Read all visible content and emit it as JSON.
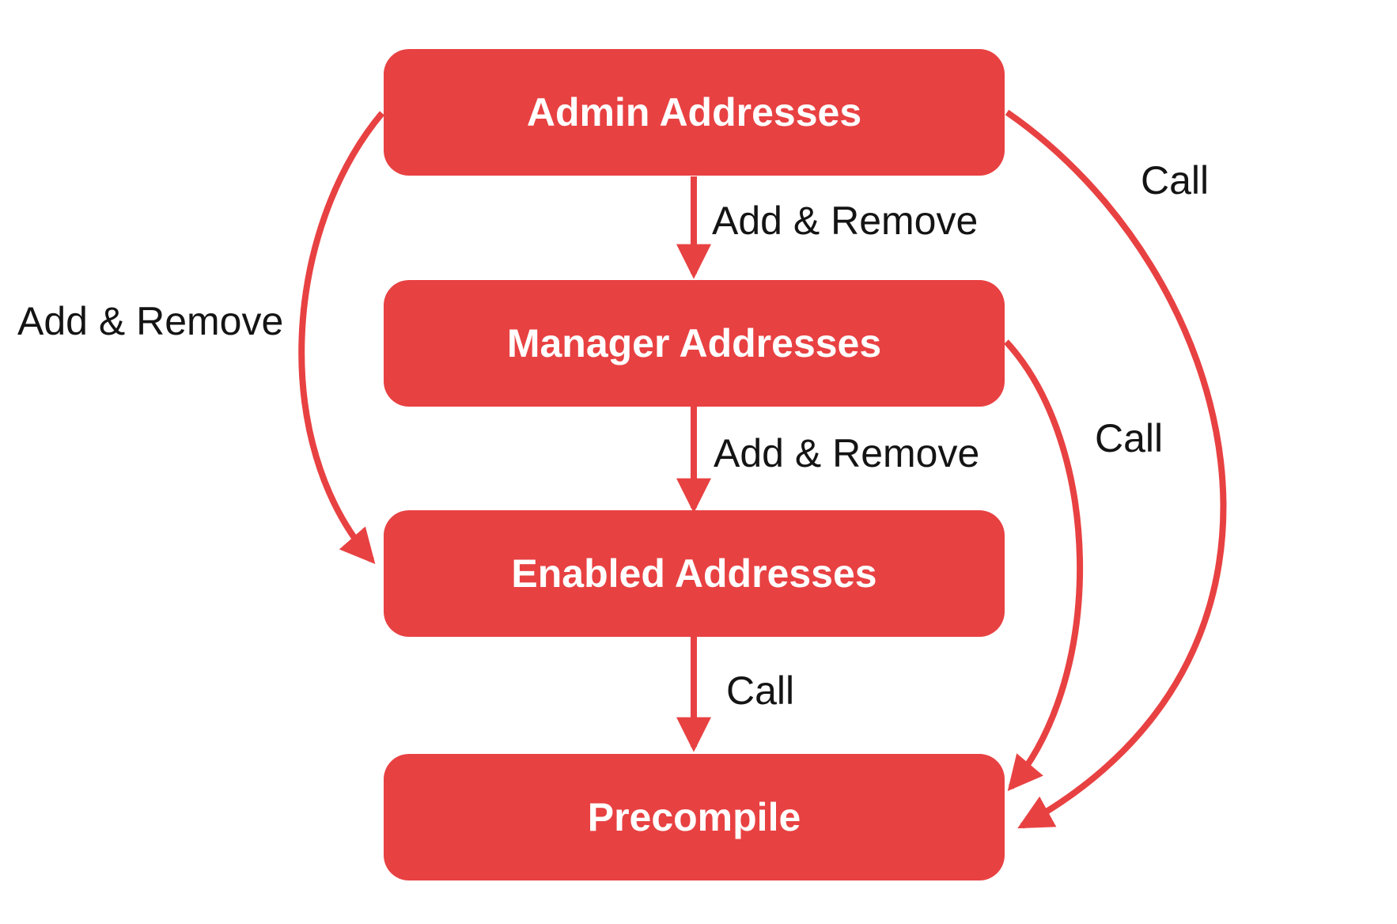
{
  "diagram": {
    "accent_color": "#E84142",
    "text_color": "#141414",
    "node_text_color": "#ffffff",
    "background_color": "#ffffff",
    "nodes": [
      {
        "id": "admin",
        "label": "Admin Addresses"
      },
      {
        "id": "manager",
        "label": "Manager Addresses"
      },
      {
        "id": "enabled",
        "label": "Enabled Addresses"
      },
      {
        "id": "precompile",
        "label": "Precompile"
      }
    ],
    "edges": [
      {
        "id": "admin-to-manager",
        "from": "Admin Addresses",
        "to": "Manager Addresses",
        "label": "Add & Remove"
      },
      {
        "id": "manager-to-enabled",
        "from": "Manager Addresses",
        "to": "Enabled Addresses",
        "label": "Add & Remove"
      },
      {
        "id": "enabled-to-precompile",
        "from": "Enabled Addresses",
        "to": "Precompile",
        "label": "Call"
      },
      {
        "id": "admin-to-enabled",
        "from": "Admin Addresses",
        "to": "Enabled Addresses",
        "label": "Add & Remove"
      },
      {
        "id": "admin-to-precompile",
        "from": "Admin Addresses",
        "to": "Precompile",
        "label": "Call"
      },
      {
        "id": "manager-to-precompile",
        "from": "Manager Addresses",
        "to": "Precompile",
        "label": "Call"
      }
    ]
  }
}
